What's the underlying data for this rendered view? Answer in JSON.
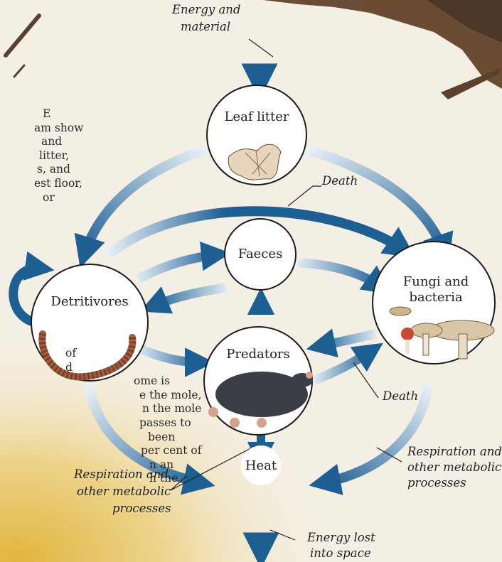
{
  "nodes": {
    "leaf_litter": "Leaf litter",
    "faeces": "Faeces",
    "detritivores": "Detritivores",
    "fungi_line1": "Fungi and",
    "fungi_line2": "bacteria",
    "predators": "Predators",
    "heat": "Heat"
  },
  "annotations": {
    "energy_material_1": "Energy and",
    "energy_material_2": "material",
    "death_top": "Death",
    "death_right": "Death",
    "resp_right_1": "Respiration and",
    "resp_right_2": "other metabolic",
    "resp_right_3": "processes",
    "resp_left_1": "Respiration and",
    "resp_left_2": "other metabolic",
    "resp_left_3": "processes",
    "energy_lost_1": "Energy lost",
    "energy_lost_2": "into space"
  },
  "side_text_top": [
    "E",
    "am show",
    "and",
    "litter,",
    "s, and",
    "est floor,",
    "or"
  ],
  "side_text_bottom": [
    "of",
    "d",
    "ome is",
    "e the mole,",
    "n the mole",
    "passes to",
    "been",
    "per cent of",
    "n an",
    "h the"
  ],
  "colors": {
    "arrow": "#1e5f93",
    "arrow_light": "#cfe0ee",
    "background": "#f4efe4",
    "yellow": "#e7c45a",
    "circle": "#ffffff"
  }
}
